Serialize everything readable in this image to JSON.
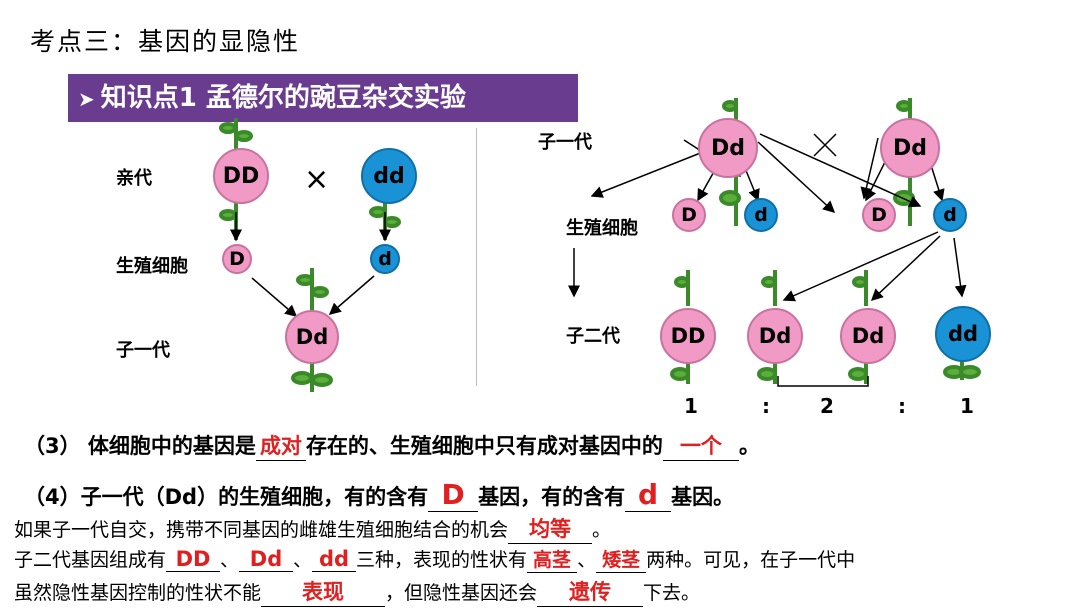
{
  "title": "考点三：基因的显隐性",
  "banner": {
    "arrow": "➤",
    "text": "知识点1 孟德尔的豌豆杂交实验"
  },
  "left_diagram": {
    "label_parent": "亲代",
    "label_gamete": "生殖细胞",
    "label_f1": "子一代",
    "parent1": "DD",
    "parent2": "dd",
    "cross": "×",
    "gamete1": "D",
    "gamete2": "d",
    "f1": "Dd"
  },
  "right_diagram": {
    "label_f1": "子一代",
    "label_gamete": "生殖细胞",
    "label_f2": "子二代",
    "f1_left": "Dd",
    "f1_right": "Dd",
    "cross": "×",
    "g_left_1": "D",
    "g_left_2": "d",
    "g_right_1": "D",
    "g_right_2": "d",
    "f2": [
      "DD",
      "Dd",
      "Dd",
      "dd"
    ],
    "ratio": [
      "1",
      ":",
      "2",
      ":",
      "1"
    ]
  },
  "statements": {
    "s3_prefix": "（3） 体细胞中的基因是",
    "s3_ans1": "成对",
    "s3_mid": "存在的、生殖细胞中只有成对基因中的",
    "s3_ans2": "一个",
    "s3_end": "。",
    "s4_prefix": "（4）子一代（Dd）的生殖细胞，有的含有",
    "s4_ans1": "D",
    "s4_mid": "基因，有的含有",
    "s4_ans2": "d",
    "s4_end": "基因。",
    "l1_prefix": "如果子一代自交，携带不同基因的雌雄生殖细胞结合的机会",
    "l1_ans": "均等",
    "l1_end": "。",
    "l2_prefix": "子二代基因组成有",
    "l2_ans1": "DD",
    "l2_sep1": "、",
    "l2_ans2": "Dd",
    "l2_sep2": "、",
    "l2_ans3": "dd",
    "l2_mid": "三种，表现的性状有",
    "l2_ans4": "高茎",
    "l2_sep3": "、",
    "l2_ans5": "矮茎",
    "l2_end": "两种。可见，在子一代中",
    "l3_prefix": "虽然隐性基因控制的性状不能",
    "l3_ans1": "表现",
    "l3_mid": "，但隐性基因还会",
    "l3_ans2": "遗传",
    "l3_end": "下去。"
  },
  "colors": {
    "banner": "#6a3c8f",
    "pink": "#f29ac6",
    "blue": "#1993d6",
    "answer": "#e02020"
  }
}
